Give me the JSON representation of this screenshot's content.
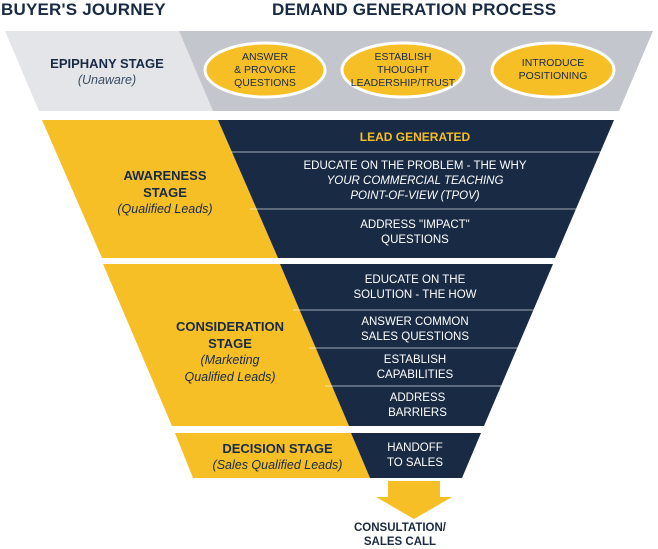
{
  "headers": {
    "left": "BUYER'S JOURNEY",
    "right": "DEMAND GENERATION PROCESS"
  },
  "stages": [
    {
      "id": "epiphany",
      "title": "EPIPHANY STAGE",
      "subtitle": "(Unaware)"
    },
    {
      "id": "awareness",
      "title_lines": [
        "AWARENESS",
        "STAGE"
      ],
      "subtitle": "(Qualified Leads)"
    },
    {
      "id": "consideration",
      "title_lines": [
        "CONSIDERATION",
        "STAGE"
      ],
      "subtitle_lines": [
        "(Marketing",
        "Qualified Leads)"
      ]
    },
    {
      "id": "decision",
      "title": "DECISION STAGE",
      "subtitle": "(Sales Qualified Leads)"
    }
  ],
  "epiphany_ovals": [
    {
      "lines": [
        "ANSWER",
        "& PROVOKE",
        "QUESTIONS"
      ]
    },
    {
      "lines": [
        "ESTABLISH",
        "THOUGHT",
        "LEADERSHIP/TRUST"
      ]
    },
    {
      "lines": [
        "INTRODUCE",
        "POSITIONING"
      ]
    }
  ],
  "process_steps": [
    {
      "id": "lead-generated",
      "lines": [
        "LEAD GENERATED"
      ]
    },
    {
      "id": "educate-problem",
      "lines": [
        "EDUCATE ON THE PROBLEM - THE WHY"
      ],
      "italic_lines": [
        "YOUR COMMERCIAL TEACHING",
        "POINT-OF-VIEW (TPOV)"
      ]
    },
    {
      "id": "address-impact",
      "lines": [
        "ADDRESS \"IMPACT\"",
        "QUESTIONS"
      ]
    },
    {
      "id": "educate-solution",
      "lines": [
        "EDUCATE ON THE",
        "SOLUTION - THE HOW"
      ]
    },
    {
      "id": "answer-common",
      "lines": [
        "ANSWER COMMON",
        "SALES QUESTIONS"
      ]
    },
    {
      "id": "establish-capabilities",
      "lines": [
        "ESTABLISH",
        "CAPABILITIES"
      ]
    },
    {
      "id": "address-barriers",
      "lines": [
        "ADDRESS",
        "BARRIERS"
      ]
    },
    {
      "id": "handoff",
      "lines": [
        "HANDOFF",
        "TO SALES"
      ]
    }
  ],
  "outcome": {
    "lines": [
      "CONSULTATION/",
      "SALES CALL"
    ]
  },
  "colors": {
    "navy": "#182a44",
    "yellow": "#f6bf26",
    "light_gray": "#e4e5e8",
    "mid_gray": "#c3c6cc",
    "white": "#ffffff"
  }
}
